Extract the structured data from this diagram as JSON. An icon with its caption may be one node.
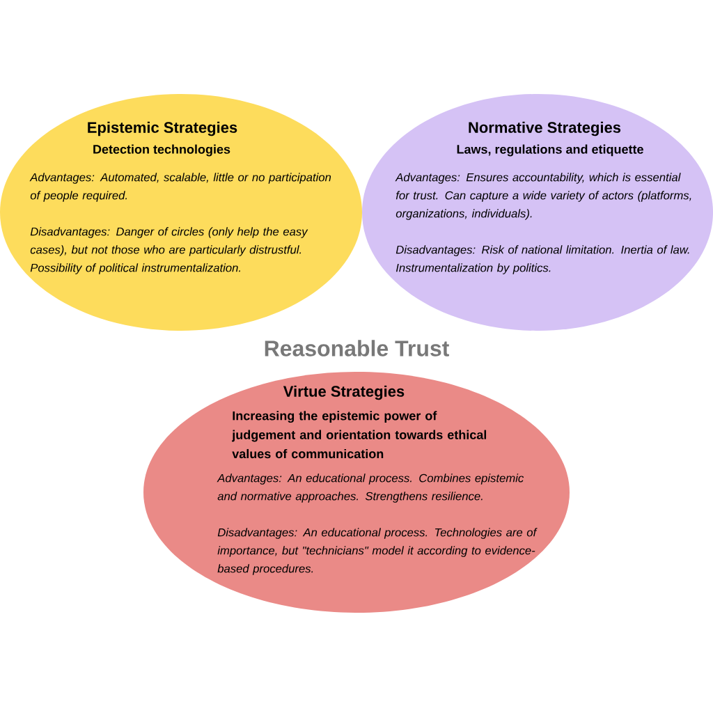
{
  "diagram": {
    "nodes": [
      {
        "text": [
          "Epistemic Strategies",
          "Detection technologies",
          "Advantages: Automated, scalable, little or no participation of people required.",
          "Disadvantages: Danger of circles (only help the easy cases), but not those who are particularly distrustful. Possibility of political instrumentalization."
        ]
      },
      {
        "text": [
          "Normative Strategies",
          "Laws, regulations and etiquette",
          "Advantages: Ensures accountability, which is essential for trust. Can capture a wide variety of actors (platforms, organizations, individuals).",
          "Disadvantages: Risk of national limitation. Inertia of law. Instrumentalization by politics."
        ]
      },
      {
        "text": [
          "Virtue Strategies",
          "Increasing the epistemic power of judgement and orientation towards ethical values of communication",
          "Advantages: An educational process. Combines epistemic and normative approaches. Strengthens resilience.",
          "Disadvantages: An educational process. Technologies are of importance, but \"technicians\" model it according to evidence-based procedures."
        ]
      }
    ],
    "labels": [
      "Reasonable Trust"
    ]
  }
}
